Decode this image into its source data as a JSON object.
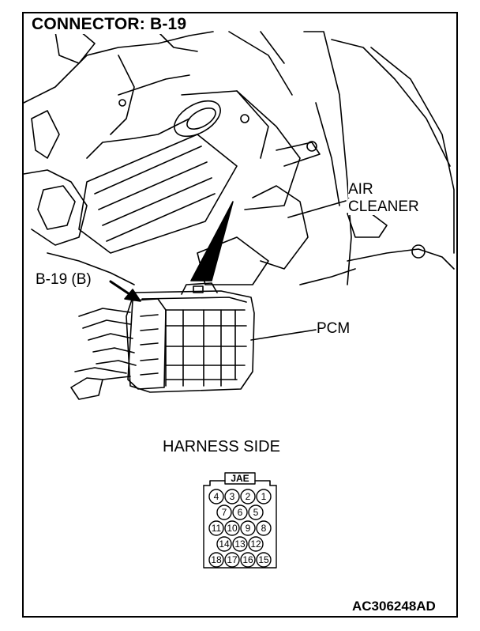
{
  "title": "CONNECTOR: B-19",
  "labels": {
    "air_cleaner_line1": "AIR",
    "air_cleaner_line2": "CLEANER",
    "connector_ref": "B-19 (B)",
    "pcm": "PCM",
    "harness_side": "HARNESS SIDE"
  },
  "connector": {
    "maker": "JAE",
    "rows": [
      [
        "4",
        "3",
        "2",
        "1"
      ],
      [
        "7",
        "6",
        "5"
      ],
      [
        "11",
        "10",
        "9",
        "8"
      ],
      [
        "14",
        "13",
        "12"
      ],
      [
        "18",
        "17",
        "16",
        "15"
      ]
    ]
  },
  "figure_code": "AC306248AD",
  "colors": {
    "ink": "#000000",
    "paper": "#ffffff"
  }
}
